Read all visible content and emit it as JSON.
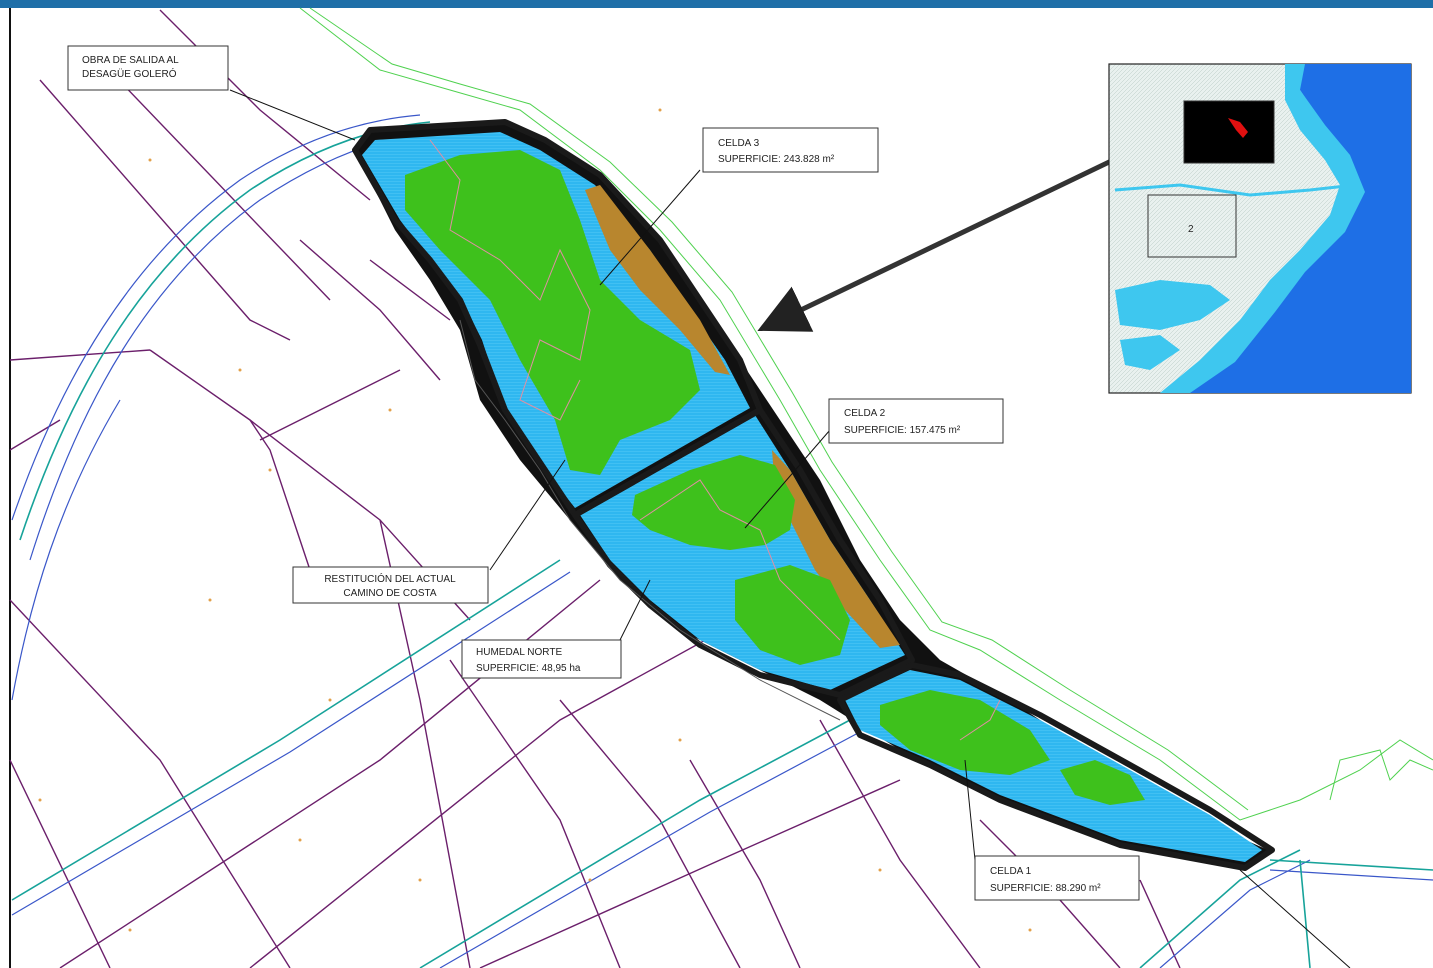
{
  "labels": {
    "outlet": {
      "line1": "OBRA DE SALIDA AL",
      "line2": "DESAGÜE GOLERÓ"
    },
    "celda3": {
      "line1": "CELDA 3",
      "line2": "SUPERFICIE: 243.828 m²"
    },
    "celda2": {
      "line1": "CELDA 2",
      "line2": "SUPERFICIE: 157.475 m²"
    },
    "celda1": {
      "line1": "CELDA 1",
      "line2": "SUPERFICIE: 88.290 m²"
    },
    "restitucion": {
      "line1": "RESTITUCIÓN DEL ACTUAL",
      "line2": "CAMINO DE COSTA"
    },
    "humedal": {
      "line1": "HUMEDAL NORTE",
      "line2": "SUPERFICIE: 48,95 ha"
    }
  },
  "inset": {
    "area_label": "2"
  },
  "colors": {
    "water": "#2fb7f0",
    "vegetation": "#3ec11c",
    "mud": "#b8862e",
    "dike": "#1a1a1a",
    "parcel_lines": "#6b1f6b",
    "header_bar": "#1f6fa8",
    "sea": "#1e6fe6"
  },
  "icons": {
    "pointer": "arrow-icon"
  }
}
